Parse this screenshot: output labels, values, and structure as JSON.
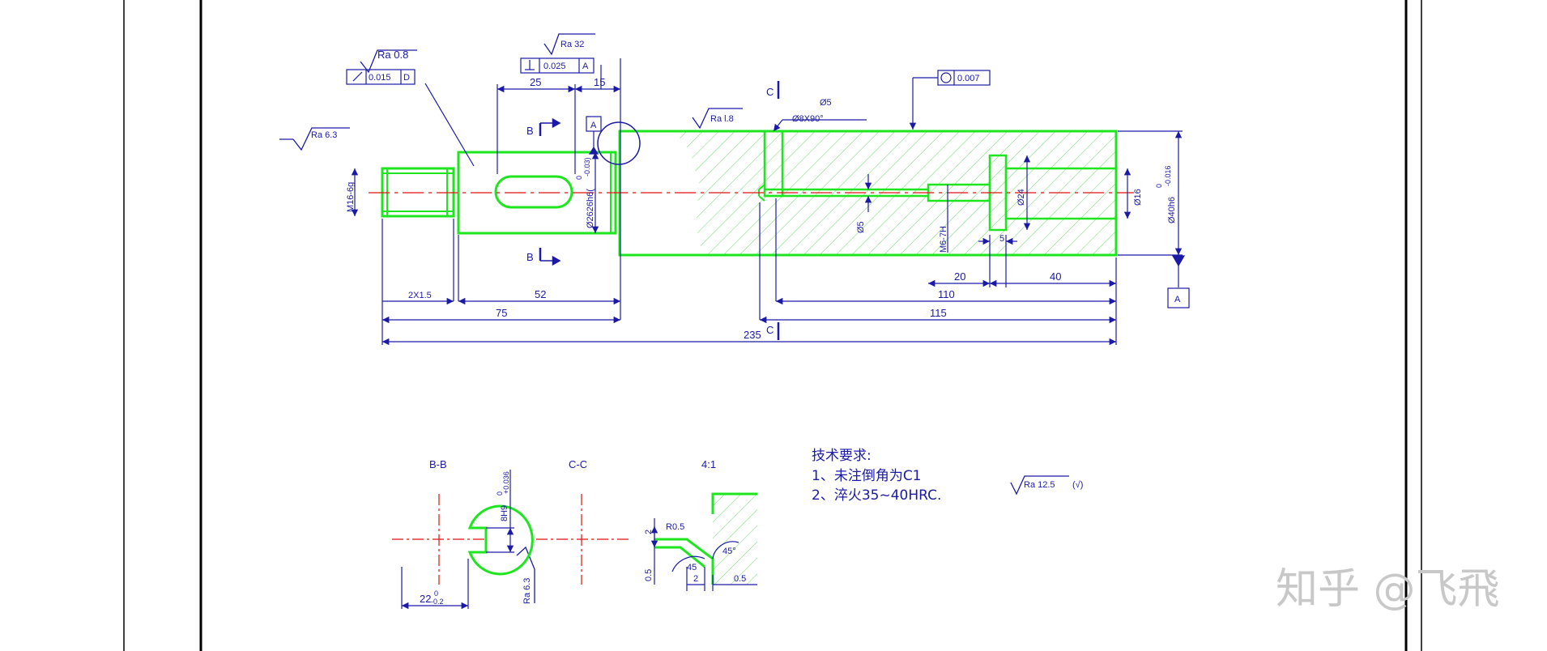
{
  "colors": {
    "outline": "#1ee61e",
    "dimension": "#1a1aa6",
    "centerline": "#e01010",
    "hatch": "#6ad86a",
    "frame": "#000000",
    "watermark": "#c8c8c8"
  },
  "drawing": {
    "dims": {
      "d25": "25",
      "d15": "15",
      "d2x15": "2X1.5",
      "d52": "52",
      "d75": "75",
      "d235": "235",
      "d20": "20",
      "d40": "40",
      "d110": "110",
      "d115": "115",
      "d5": "5",
      "phi5_top": "Ø5",
      "csk": "Ø8X90°",
      "phi5_side": "Ø5",
      "m6": "M6-7H",
      "phi24": "Ø24",
      "phi16": "Ø16",
      "phi40": "Ø40h6",
      "phi40_tol_up": "0",
      "phi40_tol_low": "-0.016",
      "phi26": "Ø2626h6(",
      "phi26_tol_up": "0",
      "phi26_tol_low": "-0.03)",
      "m16": "M16-6g"
    },
    "roughness": {
      "ra08": "Ra 0.8",
      "ra32": "Ra 32",
      "ra63_left": "Ra 6.3",
      "ra18": "Ra l.8",
      "ra125": "Ra 12.5",
      "ra125_paren": "(√)",
      "ra63_bb": "Ra 6.3"
    },
    "tolerance": {
      "runout_value": "0.015",
      "runout_datum": "D",
      "perp_value": "0.025",
      "perp_datum": "A",
      "circ_value": "0.007"
    },
    "labels": {
      "datum_A": "A",
      "datum_A2": "A",
      "sec_B_top": "B",
      "sec_B_bot": "B",
      "sec_C_top": "C",
      "sec_C_bot": "C",
      "view_BB": "B-B",
      "view_CC": "C-C",
      "view_41": "4:1"
    },
    "section_bb": {
      "width": "8H9",
      "width_tol_up": "+0.036",
      "width_tol_low": "0",
      "depth": "22",
      "depth_tol_up": "0",
      "depth_tol_low": "-0.2"
    },
    "detail": {
      "r05": "R0.5",
      "d2v": "2",
      "d05v": "0.5",
      "d45a": "45",
      "d45b": "45°",
      "d2h": "2",
      "d05h": "0.5"
    },
    "notes": {
      "title": "技术要求:",
      "line1": "1、未注倒角为C1",
      "line2": "2、淬火35~40HRC."
    }
  },
  "watermark": "知乎 @飞飛"
}
